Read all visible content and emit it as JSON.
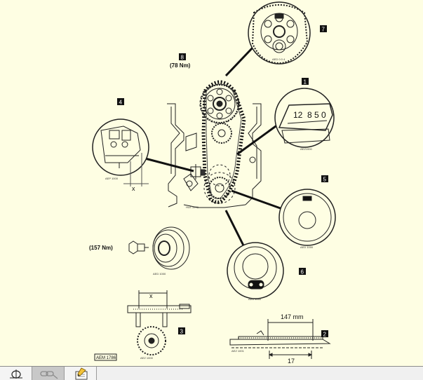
{
  "diagram": {
    "callouts": [
      {
        "id": "callout-1",
        "number": "1"
      },
      {
        "id": "callout-2",
        "number": "2"
      },
      {
        "id": "callout-3",
        "number": "3"
      },
      {
        "id": "callout-4",
        "number": "4"
      },
      {
        "id": "callout-5",
        "number": "5"
      },
      {
        "id": "callout-6",
        "number": "6"
      },
      {
        "id": "callout-7",
        "number": "7"
      },
      {
        "id": "callout-8",
        "number": "8"
      }
    ],
    "torque_top": "(78 Nm)",
    "torque_pulley": "(157 Nm)",
    "dim_x_top": "x",
    "dim_x_left": "x",
    "dim_147": "147 mm",
    "dim_17": "17",
    "scale_digits": "12  8 5 0",
    "figure_ref": "AEM 1786",
    "small_labels": {
      "chain": "HLE 1078",
      "sprocket7": "AED 0 0 4",
      "scale1": "AEZ1000",
      "detail4": "AEP 1000",
      "disc5": "AED 1000",
      "pulley": "AED 1000",
      "cam6": "AED 1000",
      "caliper3": "AEZ 1000",
      "ruler2": "AEZ 1001"
    }
  },
  "toolbar": {
    "buttons": [
      {
        "name": "zoom-button",
        "icon": "magnifier-icon",
        "state": "enabled"
      },
      {
        "name": "link-button",
        "icon": "chain-link-icon",
        "state": "disabled"
      },
      {
        "name": "edit-button",
        "icon": "pencil-icon",
        "state": "enabled"
      }
    ]
  }
}
